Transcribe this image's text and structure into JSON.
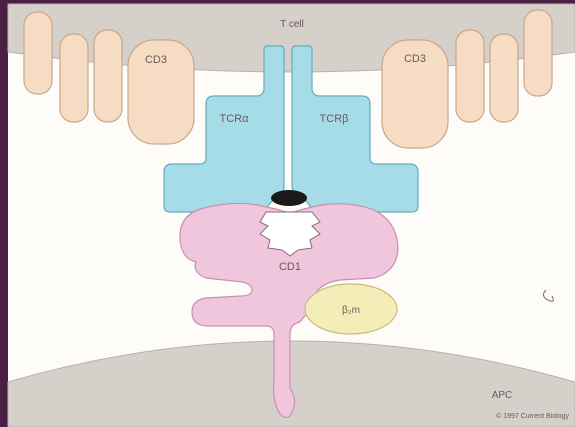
{
  "labels": {
    "t_cell": "T cell",
    "cd3_left": "CD3",
    "cd3_right": "CD3",
    "tcr_alpha": "TCRα",
    "tcr_beta": "TCRβ",
    "cd1": "CD1",
    "b2m": "β₂m",
    "apc": "APC",
    "copyright": "© 1997 Current Biology"
  },
  "colors": {
    "frame": "#4a1f44",
    "background": "#fdfcf9",
    "membrane": "#d6d0cb",
    "membrane_stroke": "#b9b0aa",
    "cd3_fill": "#f7dcc4",
    "cd3_stroke": "#c9a58a",
    "tcr_fill": "#a6dce8",
    "tcr_stroke": "#6aaabb",
    "cd1_fill": "#f0c6dc",
    "cd1_stroke": "#c890ae",
    "b2m_fill": "#f5edb8",
    "b2m_stroke": "#c9bb7a",
    "lipid": "#1a1a1a"
  }
}
